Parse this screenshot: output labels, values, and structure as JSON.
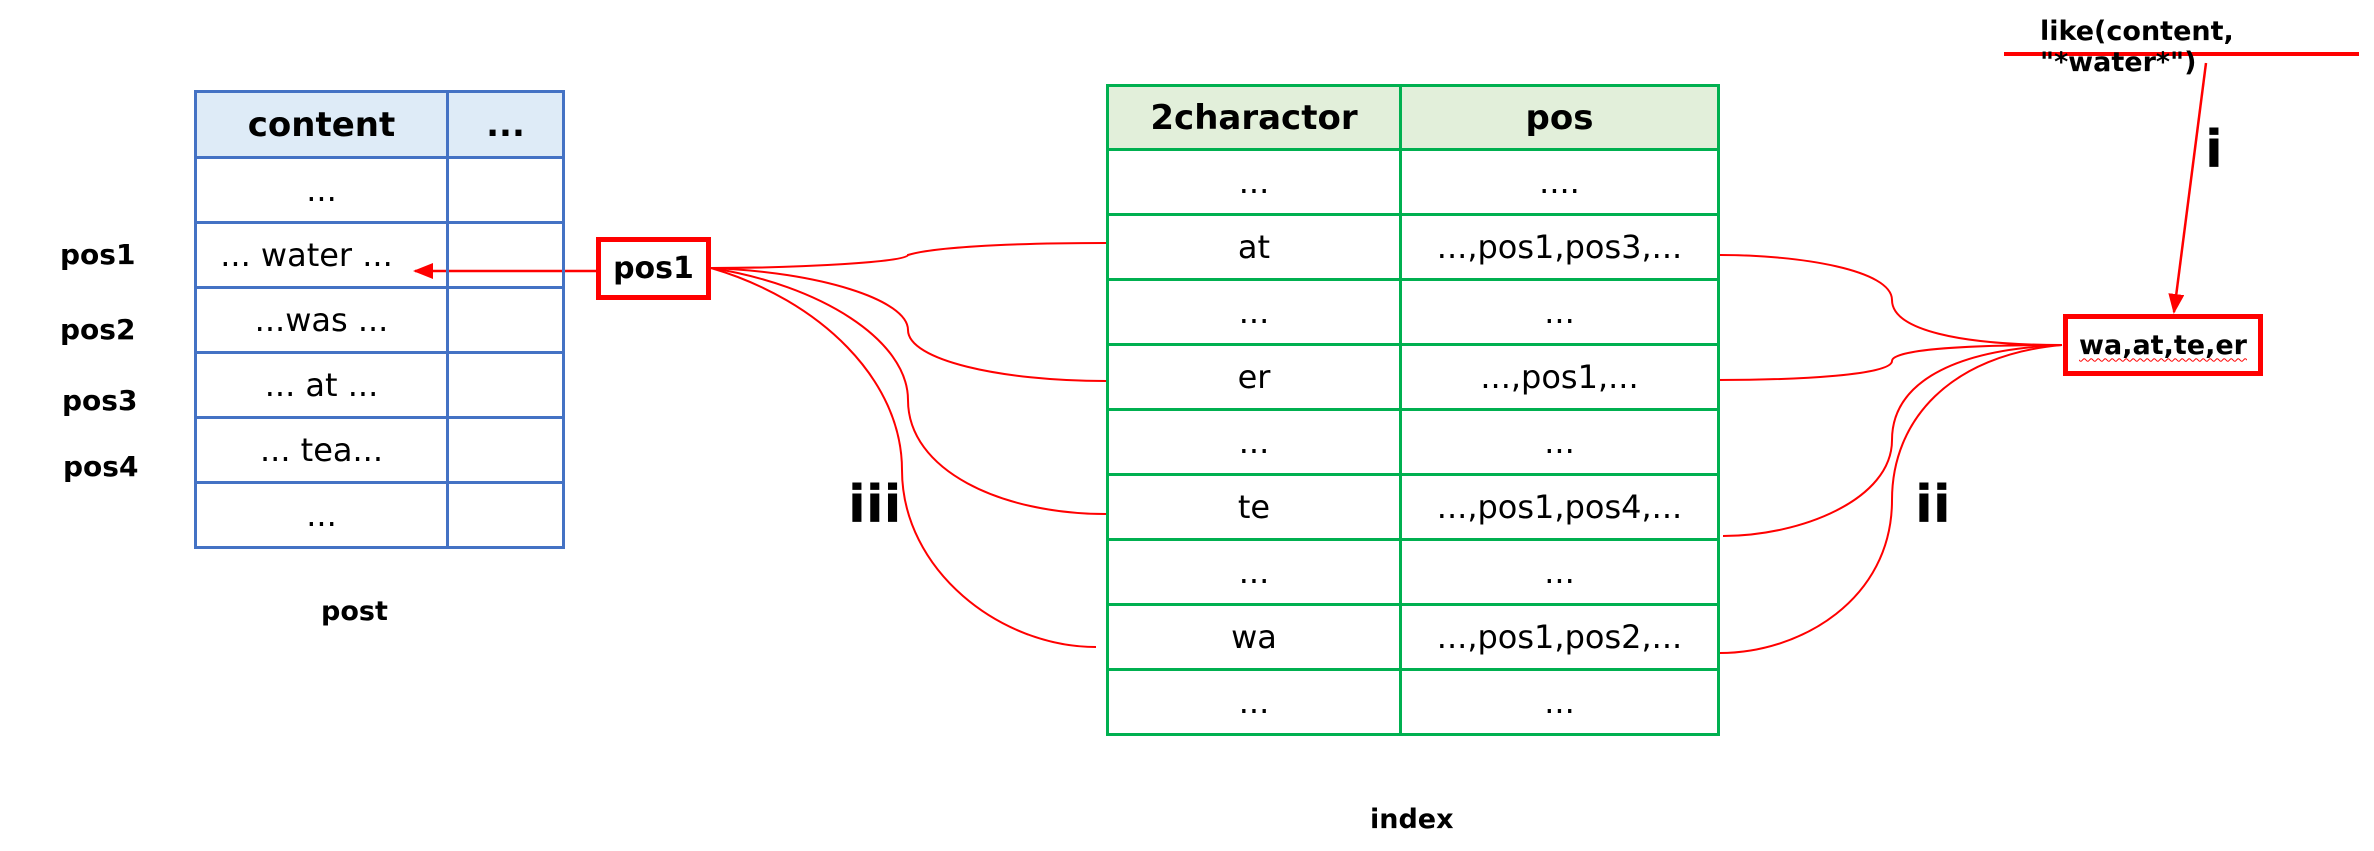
{
  "post_table": {
    "caption": "post",
    "headers": [
      "content",
      "..."
    ],
    "rows": [
      [
        "...",
        ""
      ],
      [
        "... water ...",
        ""
      ],
      [
        "...was ...",
        ""
      ],
      [
        "... at ...",
        ""
      ],
      [
        "... tea...",
        ""
      ],
      [
        "...",
        ""
      ]
    ],
    "row_labels": [
      "pos1",
      "pos2",
      "pos3",
      "pos4"
    ]
  },
  "index_table": {
    "caption": "index",
    "headers": [
      "2charactor",
      "pos"
    ],
    "rows": [
      [
        "...",
        "...."
      ],
      [
        "at",
        "...,pos1,pos3,..."
      ],
      [
        "...",
        "..."
      ],
      [
        "er",
        "...,pos1,..."
      ],
      [
        "...",
        "..."
      ],
      [
        "te",
        "...,pos1,pos4,..."
      ],
      [
        "...",
        "..."
      ],
      [
        "wa",
        "...,pos1,pos2,..."
      ],
      [
        "...",
        "..."
      ]
    ]
  },
  "query": {
    "text": "like(content, \"*water*\")",
    "bigrams": "wa,at,te,er"
  },
  "result_box": "pos1",
  "steps": {
    "i": "i",
    "ii": "ii",
    "iii": "iii"
  },
  "colors": {
    "post_border": "#4472C4",
    "post_header": "#DEEBF7",
    "index_border": "#00B050",
    "index_header": "#E2EFDA",
    "arrow": "#FF0000"
  }
}
